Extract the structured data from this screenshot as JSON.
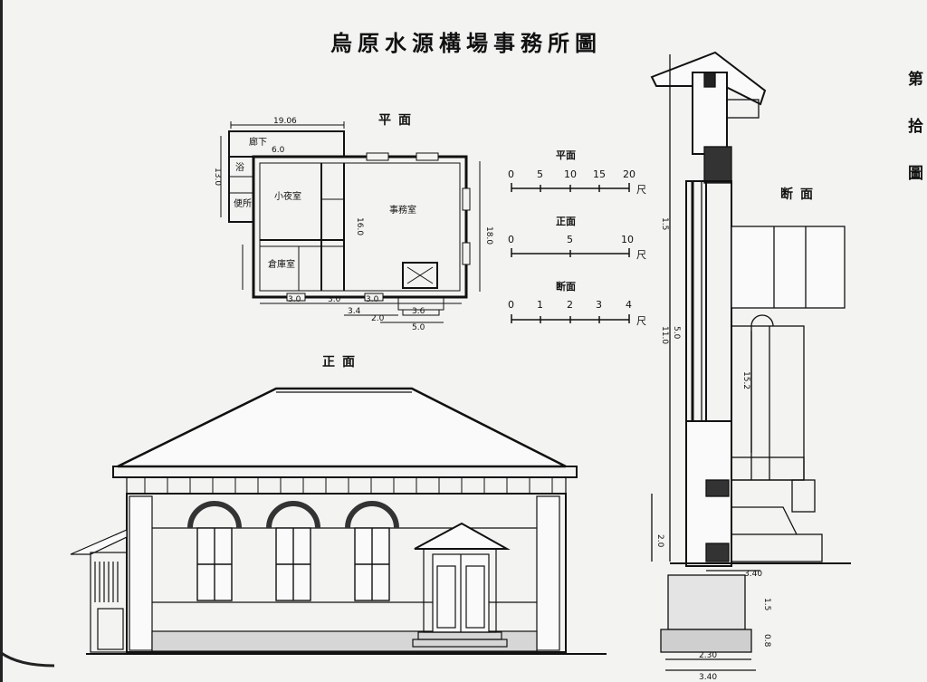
{
  "title": "烏原水源構場事務所圖",
  "plate_number": "第拾圖",
  "views": {
    "plan": "平面",
    "elevation": "正面",
    "section": "断面"
  },
  "rooms": {
    "corridor": "廊下",
    "night_room": "小夜室",
    "office": "事務室",
    "bath": "浴",
    "toilet": "便所",
    "storage": "倉庫室"
  },
  "dimensions": {
    "plan_width": "19.06",
    "plan_depth": "18.0",
    "corridor_w": "6.0",
    "inner_depth": "16.0",
    "side_left": "13.0",
    "bottom_1": "3.0",
    "bottom_2": "3.0",
    "bottom_3": "3.0",
    "step_1": "3.4",
    "step_2": "2.0",
    "step_3": "3.6",
    "step_4": "5.0",
    "sec_1": "1.5",
    "sec_2": "11.0",
    "sec_3": "5.0",
    "sec_4": "15.2",
    "sec_5": "2.0",
    "foot_1": "3.40",
    "foot_2": "2.30",
    "foot_3": "3.40",
    "foot_4": "1.5",
    "foot_5": "0.8"
  },
  "scales": [
    {
      "label": "平面",
      "ticks": [
        "0",
        "5",
        "10",
        "15",
        "20"
      ],
      "unit": "尺"
    },
    {
      "label": "正面",
      "ticks": [
        "0",
        "5",
        "10"
      ],
      "unit": "尺"
    },
    {
      "label": "断面",
      "ticks": [
        "0",
        "1",
        "2",
        "3",
        "4"
      ],
      "unit": "尺"
    }
  ]
}
